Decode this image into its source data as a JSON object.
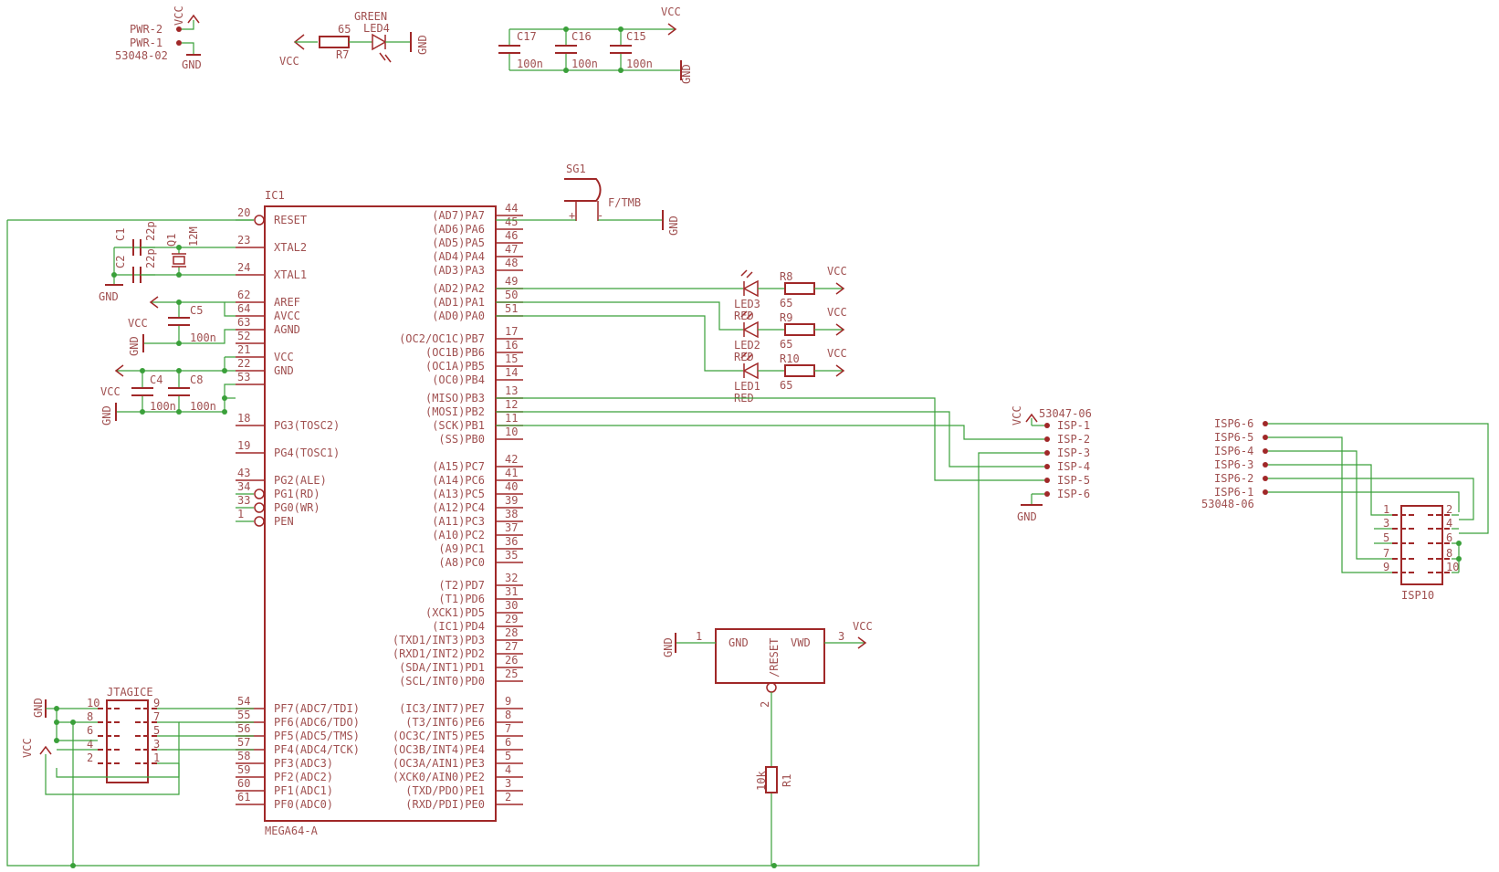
{
  "colors": {
    "wire": "#3aa03a",
    "symbol": "#a02828",
    "text": "#a05050",
    "background": "#ffffff"
  },
  "power": {
    "vcc": "VCC",
    "gnd": "GND"
  },
  "pwr_connector": {
    "name": "53048-02",
    "pins": [
      "PWR-2",
      "PWR-1"
    ]
  },
  "led4": {
    "name": "LED4",
    "value": "GREEN",
    "r_name": "R7",
    "r_value": "65"
  },
  "decoupling": [
    {
      "name": "C17",
      "value": "100n"
    },
    {
      "name": "C16",
      "value": "100n"
    },
    {
      "name": "C15",
      "value": "100n"
    }
  ],
  "ic1": {
    "name": "IC1",
    "part": "MEGA64-A",
    "left_pins": [
      {
        "num": "20",
        "label": "RESET"
      },
      {
        "num": "23",
        "label": "XTAL2"
      },
      {
        "num": "24",
        "label": "XTAL1"
      },
      {
        "num": "62",
        "label": "AREF"
      },
      {
        "num": "64",
        "label": "AVCC"
      },
      {
        "num": "63",
        "label": "AGND"
      },
      {
        "num": "52",
        "label": ""
      },
      {
        "num": "21",
        "label": "VCC"
      },
      {
        "num": "22",
        "label": "GND"
      },
      {
        "num": "53",
        "label": ""
      },
      {
        "num": "18",
        "label": "PG3(TOSC2)"
      },
      {
        "num": "19",
        "label": "PG4(TOSC1)"
      },
      {
        "num": "43",
        "label": "PG2(ALE)"
      },
      {
        "num": "34",
        "label": "PG1(RD)"
      },
      {
        "num": "33",
        "label": "PG0(WR)"
      },
      {
        "num": "1",
        "label": "PEN"
      },
      {
        "num": "54",
        "label": "PF7(ADC7/TDI)"
      },
      {
        "num": "55",
        "label": "PF6(ADC6/TDO)"
      },
      {
        "num": "56",
        "label": "PF5(ADC5/TMS)"
      },
      {
        "num": "57",
        "label": "PF4(ADC4/TCK)"
      },
      {
        "num": "58",
        "label": "PF3(ADC3)"
      },
      {
        "num": "59",
        "label": "PF2(ADC2)"
      },
      {
        "num": "60",
        "label": "PF1(ADC1)"
      },
      {
        "num": "61",
        "label": "PF0(ADC0)"
      }
    ],
    "right_pins": [
      {
        "num": "44",
        "label": "(AD7)PA7"
      },
      {
        "num": "45",
        "label": "(AD6)PA6"
      },
      {
        "num": "46",
        "label": "(AD5)PA5"
      },
      {
        "num": "47",
        "label": "(AD4)PA4"
      },
      {
        "num": "48",
        "label": "(AD3)PA3"
      },
      {
        "num": "49",
        "label": "(AD2)PA2"
      },
      {
        "num": "50",
        "label": "(AD1)PA1"
      },
      {
        "num": "51",
        "label": "(AD0)PA0"
      },
      {
        "num": "17",
        "label": "(OC2/OC1C)PB7"
      },
      {
        "num": "16",
        "label": "(OC1B)PB6"
      },
      {
        "num": "15",
        "label": "(OC1A)PB5"
      },
      {
        "num": "14",
        "label": "(OC0)PB4"
      },
      {
        "num": "13",
        "label": "(MISO)PB3"
      },
      {
        "num": "12",
        "label": "(MOSI)PB2"
      },
      {
        "num": "11",
        "label": "(SCK)PB1"
      },
      {
        "num": "10",
        "label": "(SS)PB0"
      },
      {
        "num": "42",
        "label": "(A15)PC7"
      },
      {
        "num": "41",
        "label": "(A14)PC6"
      },
      {
        "num": "40",
        "label": "(A13)PC5"
      },
      {
        "num": "39",
        "label": "(A12)PC4"
      },
      {
        "num": "38",
        "label": "(A11)PC3"
      },
      {
        "num": "37",
        "label": "(A10)PC2"
      },
      {
        "num": "36",
        "label": "(A9)PC1"
      },
      {
        "num": "35",
        "label": "(A8)PC0"
      },
      {
        "num": "32",
        "label": "(T2)PD7"
      },
      {
        "num": "31",
        "label": "(T1)PD6"
      },
      {
        "num": "30",
        "label": "(XCK1)PD5"
      },
      {
        "num": "29",
        "label": "(IC1)PD4"
      },
      {
        "num": "28",
        "label": "(TXD1/INT3)PD3"
      },
      {
        "num": "27",
        "label": "(RXD1/INT2)PD2"
      },
      {
        "num": "26",
        "label": "(SDA/INT1)PD1"
      },
      {
        "num": "25",
        "label": "(SCL/INT0)PD0"
      },
      {
        "num": "9",
        "label": "(IC3/INT7)PE7"
      },
      {
        "num": "8",
        "label": "(T3/INT6)PE6"
      },
      {
        "num": "7",
        "label": "(OC3C/INT5)PE5"
      },
      {
        "num": "6",
        "label": "(OC3B/INT4)PE4"
      },
      {
        "num": "5",
        "label": "(OC3A/AIN1)PE3"
      },
      {
        "num": "4",
        "label": "(XCK0/AIN0)PE2"
      },
      {
        "num": "3",
        "label": "(TXD/PDO)PE1"
      },
      {
        "num": "2",
        "label": "(RXD/PDI)PE0"
      }
    ]
  },
  "crystal": {
    "c1": "C1",
    "c2": "C2",
    "c1_value": "22p",
    "c2_value": "22p",
    "q_name": "Q1",
    "q_value": "12M"
  },
  "c5": {
    "name": "C5",
    "value": "100n"
  },
  "c4": {
    "name": "C4",
    "value": "100n"
  },
  "c8": {
    "name": "C8",
    "value": "100n"
  },
  "buzzer": {
    "name": "SG1",
    "value": "F/TMB",
    "plus": "+",
    "minus": "-"
  },
  "leds": [
    {
      "name": "LED3",
      "color": "RED",
      "r_name": "R8",
      "r_value": "65"
    },
    {
      "name": "LED2",
      "color": "RED",
      "r_name": "R9",
      "r_value": "65"
    },
    {
      "name": "LED1",
      "color": "RED",
      "r_name": "R10",
      "r_value": "65"
    }
  ],
  "isp_connector": {
    "name": "53047-06",
    "pins": [
      "ISP-1",
      "ISP-2",
      "ISP-3",
      "ISP-4",
      "ISP-5",
      "ISP-6"
    ]
  },
  "isp6_connector": {
    "name": "53048-06",
    "pins": [
      "ISP6-6",
      "ISP6-5",
      "ISP6-4",
      "ISP6-3",
      "ISP6-2",
      "ISP6-1"
    ]
  },
  "isp10": {
    "name": "ISP10",
    "left_nums": [
      "1",
      "3",
      "5",
      "7",
      "9"
    ],
    "right_nums": [
      "2",
      "4",
      "6",
      "8",
      "10"
    ]
  },
  "jtag": {
    "name": "JTAGICE",
    "left_nums": [
      "10",
      "8",
      "6",
      "4",
      "2"
    ],
    "right_nums": [
      "9",
      "7",
      "5",
      "3",
      "1"
    ]
  },
  "reset_ic": {
    "gnd": "GND",
    "vwd": "VWD",
    "reset": "/RESET",
    "pin_gnd": "1",
    "pin_vcc": "3",
    "pin_reset": "2"
  },
  "r1": {
    "name": "R1",
    "value": "10k"
  }
}
